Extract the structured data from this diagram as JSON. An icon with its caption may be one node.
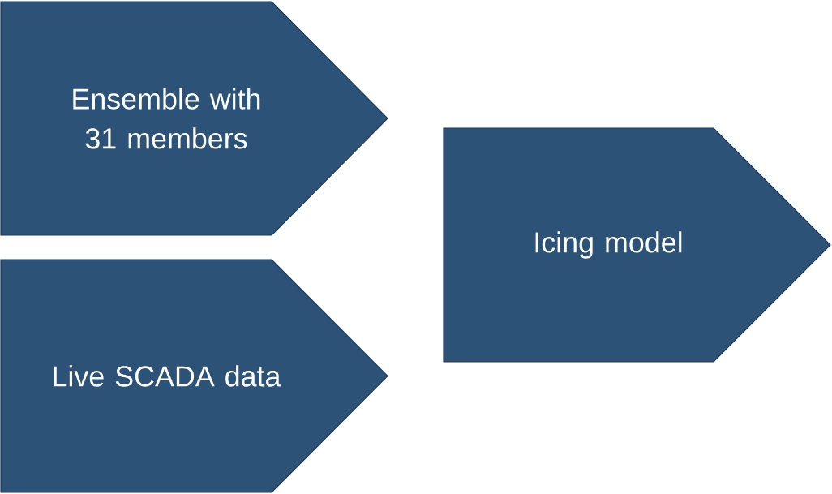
{
  "diagram": {
    "nodes": [
      {
        "text": [
          "Ensemble with 31 members"
        ]
      },
      {
        "text": [
          "Live SCADA data"
        ]
      },
      {
        "text": [
          "Icing model"
        ]
      }
    ]
  }
}
